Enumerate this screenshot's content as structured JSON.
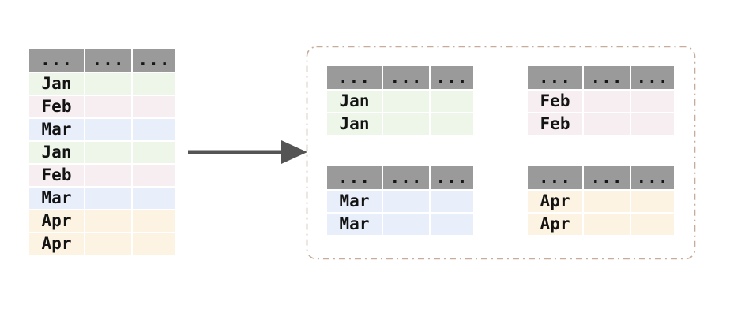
{
  "palette": {
    "header_bg": "#9a9a9a",
    "jan_bg": "#eef6ea",
    "feb_bg": "#f6eef1",
    "mar_bg": "#e8eefa",
    "apr_bg": "#fcf3e2",
    "arrow_color": "#545454",
    "group_box_border": "#c9ab9a",
    "text_color": "#131313"
  },
  "source_table": {
    "header": [
      "...",
      "...",
      "..."
    ],
    "rows": [
      {
        "label": "Jan",
        "bg": "#eef6ea"
      },
      {
        "label": "Feb",
        "bg": "#f6eef1"
      },
      {
        "label": "Mar",
        "bg": "#e8eefa"
      },
      {
        "label": "Jan",
        "bg": "#eef6ea"
      },
      {
        "label": "Feb",
        "bg": "#f6eef1"
      },
      {
        "label": "Mar",
        "bg": "#e8eefa"
      },
      {
        "label": "Apr",
        "bg": "#fcf3e2"
      },
      {
        "label": "Apr",
        "bg": "#fcf3e2"
      }
    ]
  },
  "groups": [
    {
      "name": "Jan",
      "header": [
        "...",
        "...",
        "..."
      ],
      "rows": [
        {
          "label": "Jan",
          "bg": "#eef6ea"
        },
        {
          "label": "Jan",
          "bg": "#eef6ea"
        }
      ]
    },
    {
      "name": "Feb",
      "header": [
        "...",
        "...",
        "..."
      ],
      "rows": [
        {
          "label": "Feb",
          "bg": "#f6eef1"
        },
        {
          "label": "Feb",
          "bg": "#f6eef1"
        }
      ]
    },
    {
      "name": "Mar",
      "header": [
        "...",
        "...",
        "..."
      ],
      "rows": [
        {
          "label": "Mar",
          "bg": "#e8eefa"
        },
        {
          "label": "Mar",
          "bg": "#e8eefa"
        }
      ]
    },
    {
      "name": "Apr",
      "header": [
        "...",
        "...",
        "..."
      ],
      "rows": [
        {
          "label": "Apr",
          "bg": "#fcf3e2"
        },
        {
          "label": "Apr",
          "bg": "#fcf3e2"
        }
      ]
    }
  ]
}
